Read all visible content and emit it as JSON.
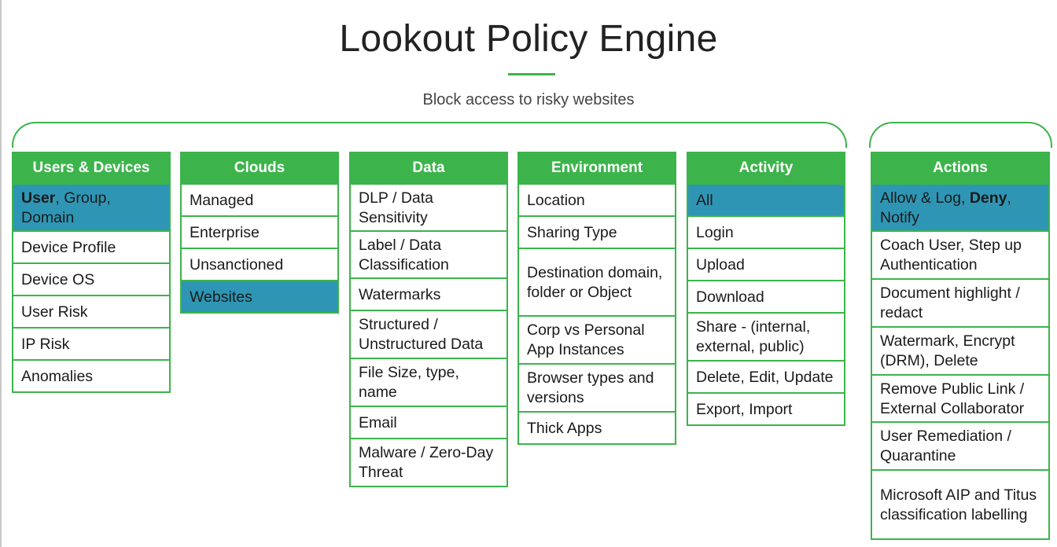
{
  "title": "Lookout Policy Engine",
  "subtitle": "Block access to risky websites",
  "colors": {
    "accent": "#3cb44b",
    "highlight": "#2e96b4"
  },
  "columns": [
    {
      "header": "Users & Devices",
      "items": [
        {
          "text": "User, Group, Domain",
          "highlight": true
        },
        {
          "text": "Device Profile"
        },
        {
          "text": "Device OS"
        },
        {
          "text": "User Risk"
        },
        {
          "text": "IP Risk"
        },
        {
          "text": "Anomalies"
        }
      ]
    },
    {
      "header": "Clouds",
      "items": [
        {
          "text": "Managed"
        },
        {
          "text": "Enterprise"
        },
        {
          "text": "Unsanctioned"
        },
        {
          "text": "Websites",
          "highlight": true
        }
      ]
    },
    {
      "header": "Data",
      "items": [
        {
          "text": "DLP  / Data Sensitivity"
        },
        {
          "text": "Label / Data Classification"
        },
        {
          "text": "Watermarks"
        },
        {
          "text": "Structured / Unstructured Data"
        },
        {
          "text": "File Size, type, name"
        },
        {
          "text": "Email"
        },
        {
          "text": "Malware / Zero-Day Threat"
        }
      ]
    },
    {
      "header": "Environment",
      "items": [
        {
          "text": "Location"
        },
        {
          "text": "Sharing Type"
        },
        {
          "text": "Destination domain, folder or Object"
        },
        {
          "text": "Corp vs Personal App Instances"
        },
        {
          "text": "Browser types and versions"
        },
        {
          "text": "Thick Apps"
        }
      ]
    },
    {
      "header": "Activity",
      "items": [
        {
          "text": "All",
          "highlight": true
        },
        {
          "text": "Login"
        },
        {
          "text": "Upload"
        },
        {
          "text": "Download"
        },
        {
          "text": "Share  - (internal, external, public)"
        },
        {
          "text": "Delete, Edit, Update"
        },
        {
          "text": "Export, Import"
        }
      ]
    },
    {
      "header": "Actions",
      "items": [
        {
          "text": "Allow & Log, Deny, Notify",
          "highlight": true
        },
        {
          "text": "Coach User, Step up Authentication"
        },
        {
          "text": "Document highlight / redact"
        },
        {
          "text": "Watermark, Encrypt (DRM), Delete"
        },
        {
          "text": "Remove Public Link / External Collaborator"
        },
        {
          "text": "User Remediation / Quarantine"
        },
        {
          "text": "Microsoft AIP and Titus classification labelling"
        }
      ]
    }
  ]
}
